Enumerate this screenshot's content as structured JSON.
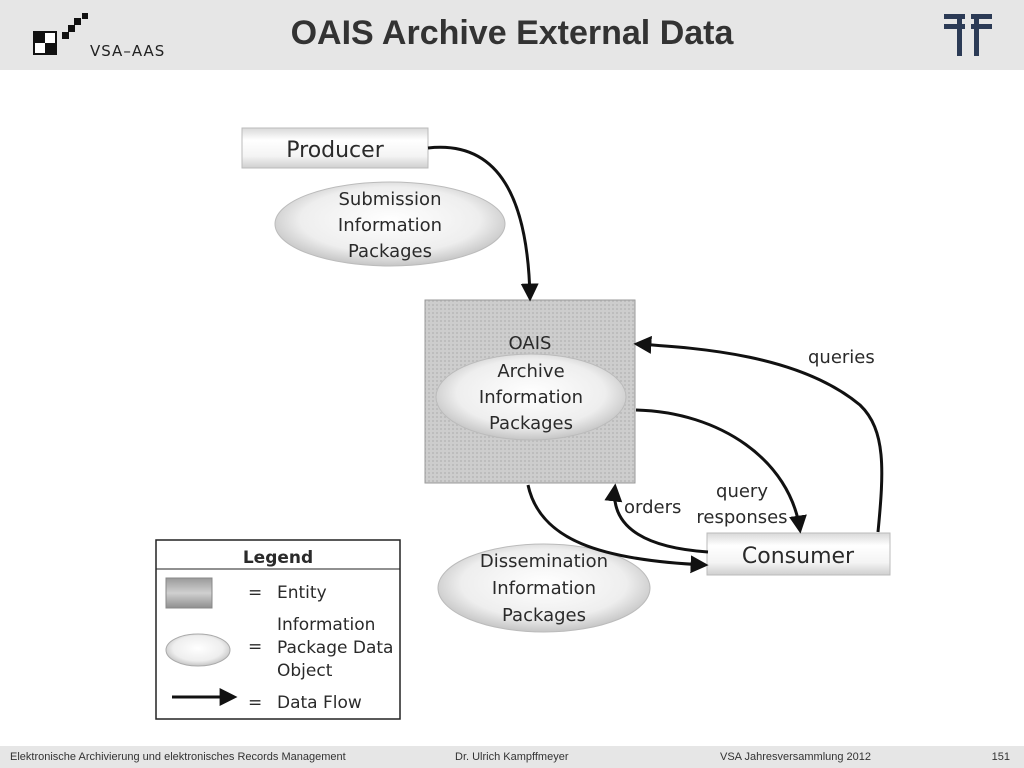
{
  "header": {
    "logo_text": "VSA–AAS",
    "title": "OAIS Archive External Data"
  },
  "diagram": {
    "producer": "Producer",
    "sip": [
      "Submission",
      "Information",
      "Packages"
    ],
    "oais": "OAIS",
    "aip": [
      "Archive",
      "Information",
      "Packages"
    ],
    "consumer": "Consumer",
    "dip": [
      "Dissemination",
      "Information",
      "Packages"
    ],
    "queries": "queries",
    "orders": "orders",
    "query_responses": [
      "query",
      "responses"
    ]
  },
  "legend": {
    "title": "Legend",
    "equals": "=",
    "entity": "Entity",
    "ipdo": [
      "Information",
      "Package Data",
      "Object"
    ],
    "data_flow": "Data Flow"
  },
  "footer": {
    "course": "Elektronische Archivierung und elektronisches Records Management",
    "author": "Dr. Ulrich Kampffmeyer",
    "event": "VSA Jahresversammlung 2012",
    "page": "151"
  },
  "colors": {
    "header_bg": "#e6e6e6",
    "title": "#333333",
    "ink": "#1a1a1a"
  }
}
